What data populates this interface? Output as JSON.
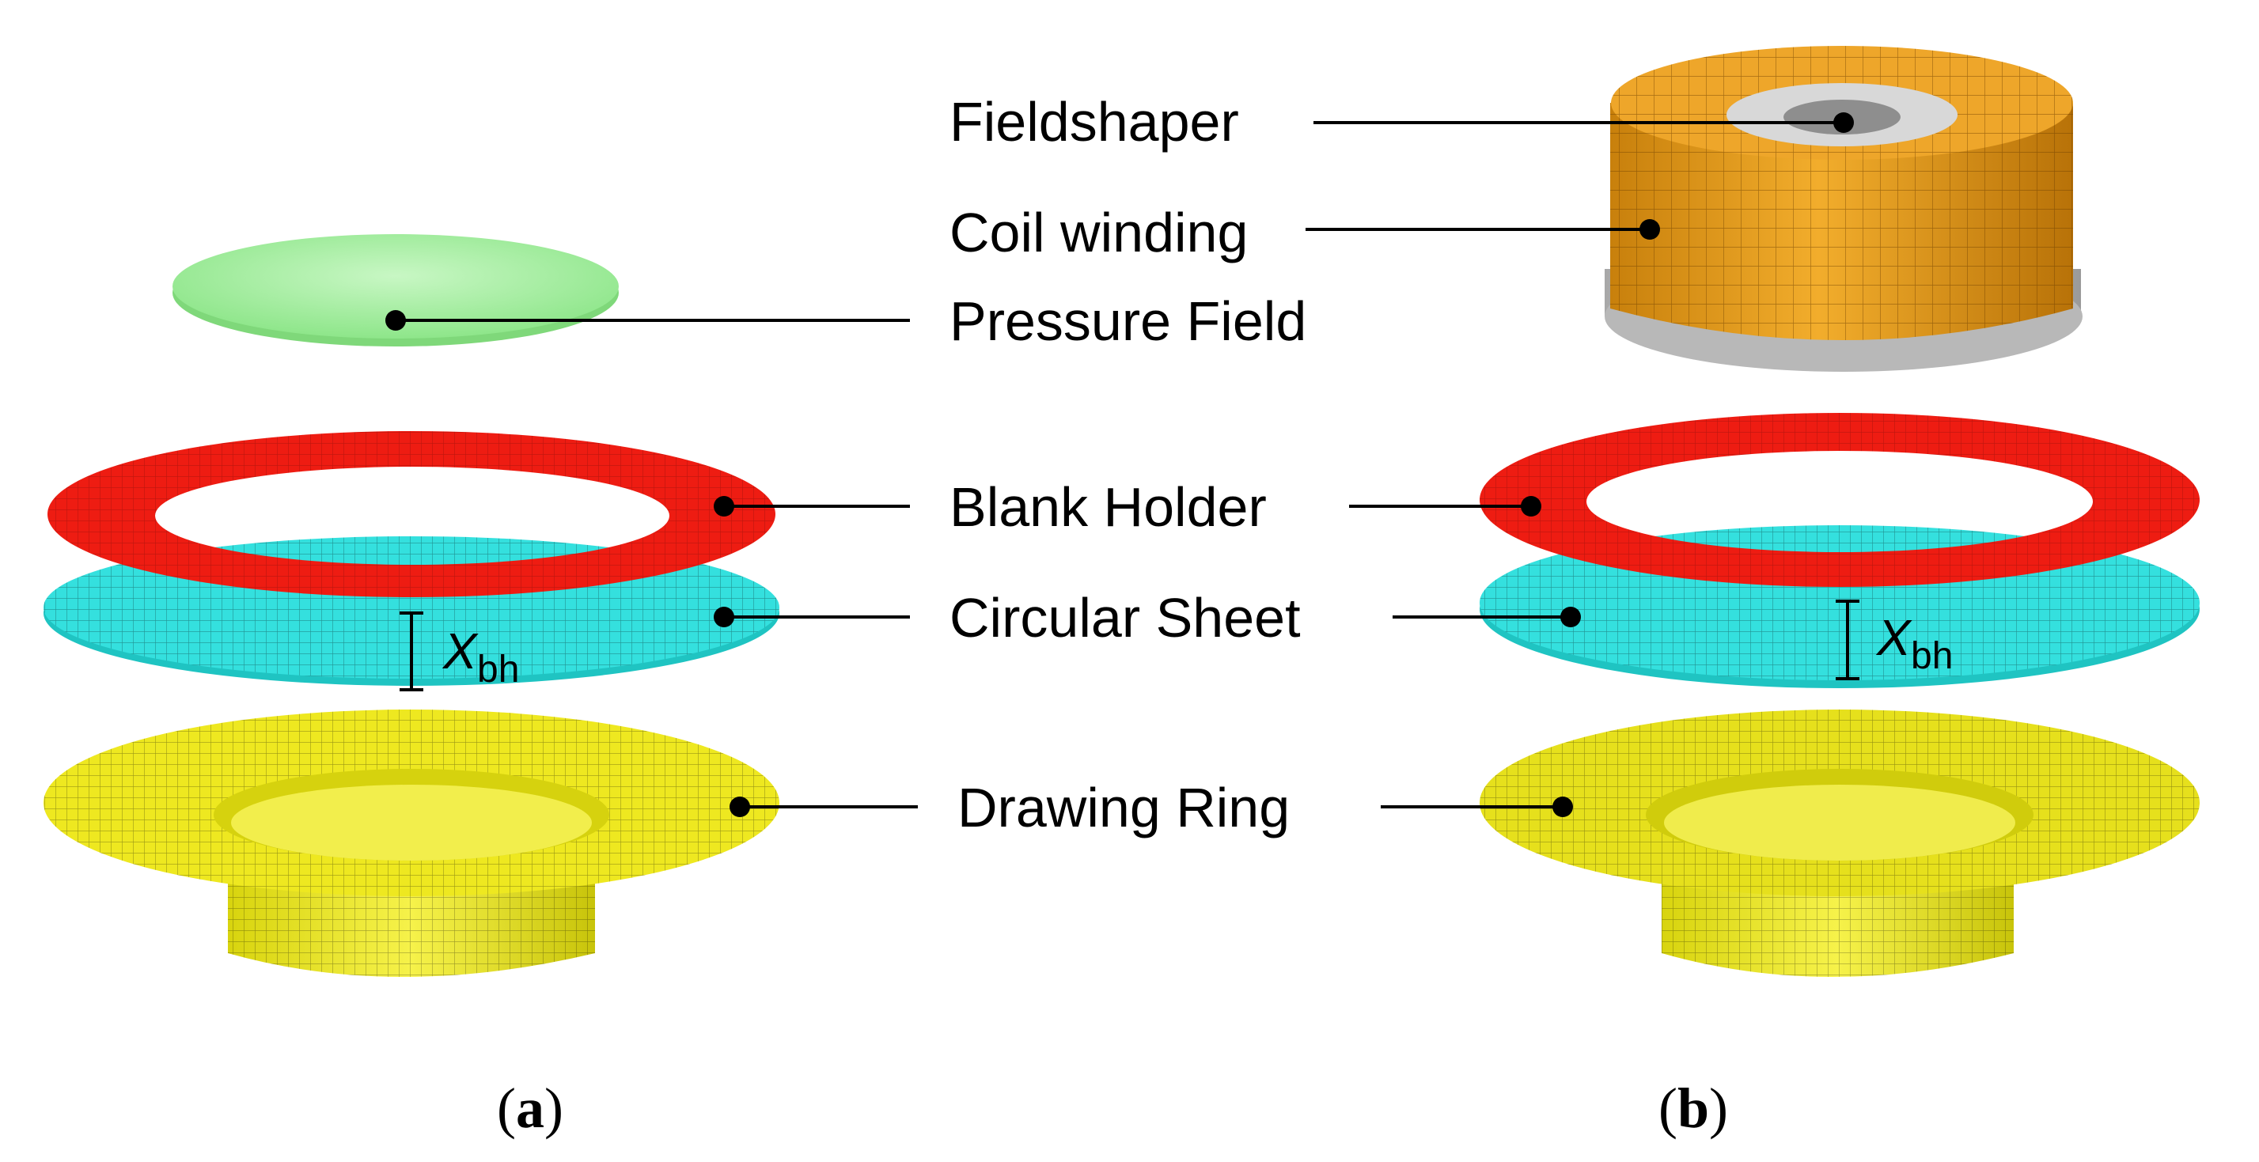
{
  "labels": {
    "fieldshaper": "Fieldshaper",
    "coil_winding": "Coil winding",
    "pressure_field": "Pressure Field",
    "blank_holder": "Blank Holder",
    "circular_sheet": "Circular Sheet",
    "drawing_ring": "Drawing Ring"
  },
  "dimension": {
    "symbol": "X",
    "subscript": "bh"
  },
  "subfigures": {
    "a": {
      "open": "(",
      "letter": "a",
      "close": ")"
    },
    "b": {
      "open": "(",
      "letter": "b",
      "close": ")"
    }
  },
  "colors": {
    "pressure_field": "#a8f0a4",
    "blank_holder": "#ee1c12",
    "circular_sheet": "#34e0de",
    "drawing_ring": "#f0ec1c",
    "coil": "#e8a01e",
    "fieldshaper": "#c8c8c8",
    "mesh": "#1a1a1a"
  }
}
